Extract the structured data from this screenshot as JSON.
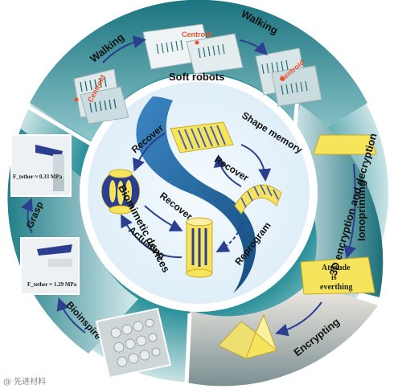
{
  "soft_robots": {
    "title": "Soft robots",
    "walking_left": "Walking",
    "walking_right": "Walking",
    "centroid_a": "Centroid",
    "centroid_b": "Centroid",
    "centroid_c": "Centroid"
  },
  "center": {
    "recover_top": "Recover",
    "shape_memory": "Shape memory",
    "recover_middle": "Recover",
    "recover_lower": "Recover",
    "reprogram": "Reprogram",
    "actuating": "Actuating"
  },
  "ionoprinting": {
    "ionoprinting": "Ionoprinting",
    "encryption_3d": "3D encryption and decryption",
    "encrypting": "Encrypting",
    "message_line1": "Attitude",
    "message_line2": "is",
    "message_line3": "everthing"
  },
  "biomimetic": {
    "biomimetic_devices": "Biomimetic devices",
    "grasp": "Grasp",
    "bioinspire": "Bioinspire",
    "pressure_top": "F_tether ≈ 0.33 MPa",
    "pressure_bottom": "F_tether ≈ 1.29 MPa"
  },
  "watermark": "@ 先进材料",
  "colors": {
    "ring_teal": "#1e7d86",
    "ring_light": "#e8f3f4",
    "wave_blue": "#2a6fa8",
    "arrow_navy": "#2c3e8f",
    "label_dark": "#111111",
    "centroid_red": "#e8532a",
    "yellow": "#f6e55c"
  }
}
